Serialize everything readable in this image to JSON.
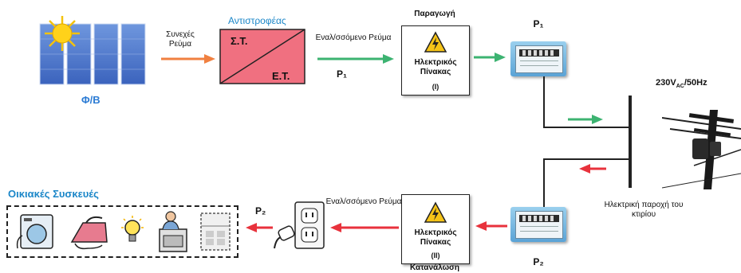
{
  "pv": {
    "label": "Φ/Β",
    "current_label": "Συνεχές Ρεύμα"
  },
  "inverter": {
    "title": "Αντιστροφέας",
    "dc": "Σ.Τ.",
    "ac": "Ε.Τ.",
    "output_label": "Εναλ/σσόμενο Ρεύμα",
    "power_label": "P₁"
  },
  "board1": {
    "top_label": "Παραγωγή",
    "label": "Ηλεκτρικός Πίνακας",
    "number": "(I)"
  },
  "meter1": {
    "label": "P₁"
  },
  "grid": {
    "voltage": "230V",
    "voltage_sub": "AC",
    "voltage_suffix": "/50Hz",
    "label": "Ηλεκτρική παροχή του κτιρίου"
  },
  "meter2": {
    "label": "P₂"
  },
  "board2": {
    "label": "Ηλεκτρικός Πίνακας",
    "number": "(II)",
    "bottom_label": "Κατανάλωση"
  },
  "outlet": {
    "current_label": "Εναλ/σσόμενο Ρεύμα"
  },
  "household": {
    "title": "Οικιακές Συσκευές",
    "power_label": "P₂"
  },
  "colors": {
    "green": "#3cb371",
    "red": "#e8323c",
    "orange": "#f08040",
    "inverter_fill": "#f07080",
    "panel_blue": "#3f6fc8"
  }
}
